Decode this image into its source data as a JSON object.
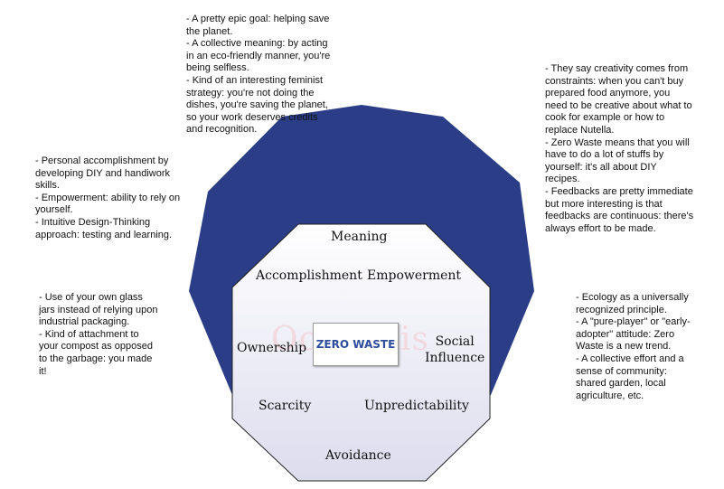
{
  "center_label": "ZERO WASTE",
  "watermark": "Octalysis",
  "colors": {
    "outer_shape": "#2b3d87",
    "inner_octagon_top": "#ffffff",
    "inner_octagon_bottom": "#dcdcee",
    "center_text": "#2d4d9c"
  },
  "drives": {
    "meaning": "Meaning",
    "accomplishment": "Accomplishment",
    "empowerment": "Empowerment",
    "ownership": "Ownership",
    "social_influence": "Social\nInfluence",
    "scarcity": "Scarcity",
    "unpredictability": "Unpredictability",
    "avoidance": "Avoidance"
  },
  "notes": {
    "meaning": "- A pretty epic goal: helping save\nthe planet.\n- A collective meaning: by acting\nin an eco-friendly manner, you're\nbeing selfless.\n- Kind of an interesting feminist\nstrategy: you're not doing the\ndishes, you're saving the planet,\nso your work deserves credits\nand recognition.",
    "accomplishment": "- Personal accomplishment by\ndeveloping DIY and handiwork\nskills.\n- Empowerment: ability to rely on\nyourself.\n- Intuitive Design-Thinking\napproach: testing and learning.",
    "empowerment": "- They say creativity comes from\nconstraints: when you can't buy\nprepared food anymore, you\nneed to be creative about what to\ncook for example or how to\nreplace Nutella.\n- Zero Waste means that you will\nhave to do a lot of stuffs by\nyourself: it's all about DIY\nrecipes.\n- Feedbacks are pretty immediate\nbut more interesting is that\nfeedbacks are continuous: there's\nalways effort to be made.",
    "ownership": "- Use of your own glass\njars instead of relying upon\nindustrial packaging.\n- Kind of attachment to\nyour compost as opposed\nto the garbage: you made\nit!",
    "social_influence": "- Ecology as a universally\nrecognized principle.\n- A \"pure-player\" or \"early-\nadopter\" attitude: Zero\nWaste is a new trend.\n- A collective effort and a\nsense of community:\nshared garden, local\nagriculture, etc."
  }
}
